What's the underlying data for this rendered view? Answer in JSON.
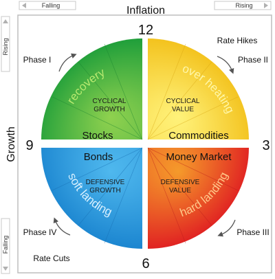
{
  "top_axis": {
    "title": "Inflation",
    "left_label": "Falling",
    "right_label": "Rising"
  },
  "left_axis": {
    "title": "Growth",
    "top_label": "Rising",
    "bottom_label": "Falling"
  },
  "clock": {
    "top": "12",
    "right": "3",
    "bottom": "6",
    "left": "9"
  },
  "corners": {
    "top_right": "Rate Hikes",
    "bottom_left": "Rate Cuts"
  },
  "quadrants": {
    "top_left": {
      "phase": "Phase I",
      "arc_label": "recovery",
      "style_line1": "CYCLICAL",
      "style_line2": "GROWTH",
      "asset": "Stocks",
      "color_light": "#8fd14f",
      "color_dark": "#1e9e3a"
    },
    "top_right": {
      "phase": "Phase II",
      "arc_label": "over heating",
      "style_line1": "CYCLICAL",
      "style_line2": "VALUE",
      "asset": "Commodities",
      "color_light": "#fff27a",
      "color_dark": "#f3c21d"
    },
    "bottom_left": {
      "phase": "Phase IV",
      "arc_label": "soft landing",
      "style_line1": "DEFENSIVE",
      "style_line2": "GROWTH",
      "asset": "Bonds",
      "color_light": "#4fb8ee",
      "color_dark": "#1a84cf"
    },
    "bottom_right": {
      "phase": "Phase III",
      "arc_label": "hard landing",
      "style_line1": "DEFENSIVE",
      "style_line2": "VALUE",
      "asset": "Money Market",
      "color_light": "#f59a2b",
      "color_dark": "#e01f22"
    }
  }
}
